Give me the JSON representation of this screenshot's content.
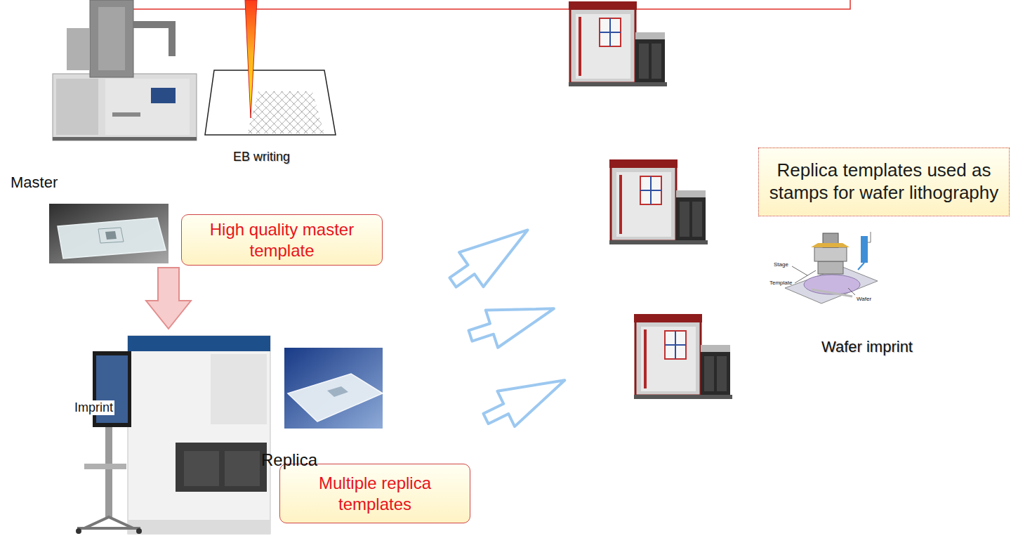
{
  "diagram": {
    "nodes": [
      {
        "text": [
          "High quality master template"
        ]
      },
      {
        "text": [
          "Multiple replica templates"
        ]
      },
      {
        "text": [
          "Replica templates used as stamps for wafer lithography"
        ]
      }
    ],
    "labels": [
      "EB writing",
      "Master",
      "Imprint",
      "Replica",
      "Stage",
      "Template",
      "Wafer",
      "Wafer imprint"
    ]
  }
}
